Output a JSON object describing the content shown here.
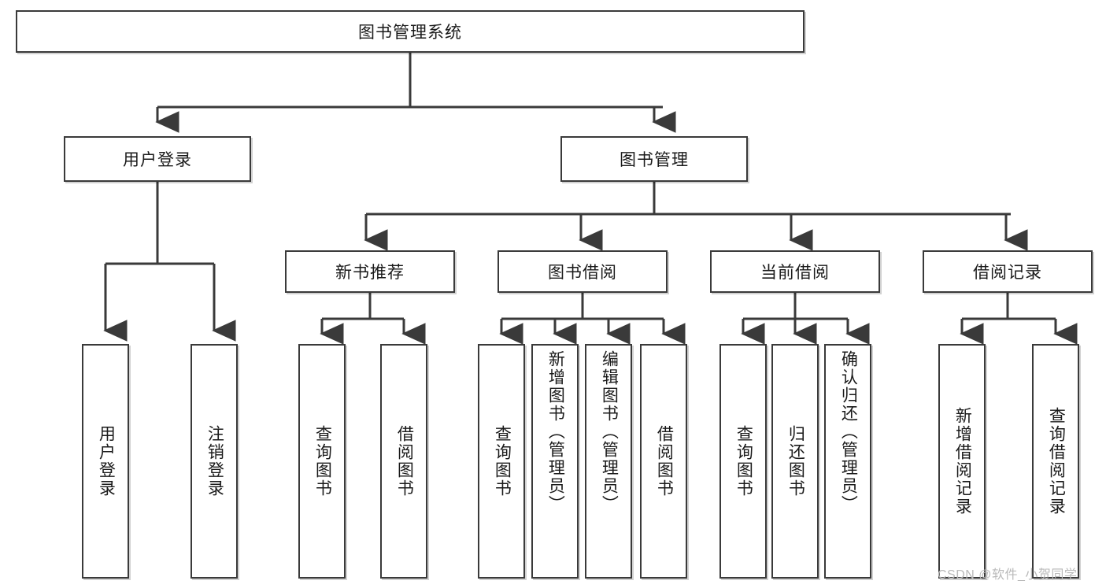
{
  "diagram": {
    "type": "tree",
    "title": "图书管理系统",
    "root": {
      "id": "root",
      "label": "图书管理系统",
      "orientation": "horizontal"
    },
    "level1": [
      {
        "id": "user-login",
        "label": "用户登录",
        "orientation": "horizontal"
      },
      {
        "id": "book-manage",
        "label": "图书管理",
        "orientation": "horizontal"
      }
    ],
    "level2": [
      {
        "id": "new-book-recommend",
        "label": "新书推荐",
        "parent": "book-manage",
        "orientation": "horizontal"
      },
      {
        "id": "book-borrow",
        "label": "图书借阅",
        "parent": "book-manage",
        "orientation": "horizontal"
      },
      {
        "id": "current-borrow",
        "label": "当前借阅",
        "parent": "book-manage",
        "orientation": "horizontal"
      },
      {
        "id": "borrow-record",
        "label": "借阅记录",
        "parent": "book-manage",
        "orientation": "horizontal"
      }
    ],
    "leaves": [
      {
        "id": "leaf-user-login",
        "label": "用户登录",
        "parent": "user-login",
        "orientation": "vertical"
      },
      {
        "id": "leaf-user-logout",
        "label": "注销登录",
        "parent": "user-login",
        "orientation": "vertical"
      },
      {
        "id": "leaf-query-book-1",
        "label": "查询图书",
        "parent": "new-book-recommend",
        "orientation": "vertical"
      },
      {
        "id": "leaf-borrow-book-1",
        "label": "借阅图书",
        "parent": "new-book-recommend",
        "orientation": "vertical"
      },
      {
        "id": "leaf-query-book-2",
        "label": "查询图书",
        "parent": "book-borrow",
        "orientation": "vertical"
      },
      {
        "id": "leaf-add-book",
        "label": "新增图书（管理员）",
        "parent": "book-borrow",
        "orientation": "vertical"
      },
      {
        "id": "leaf-edit-book",
        "label": "编辑图书（管理员）",
        "parent": "book-borrow",
        "orientation": "vertical"
      },
      {
        "id": "leaf-borrow-book-2",
        "label": "借阅图书",
        "parent": "book-borrow",
        "orientation": "vertical"
      },
      {
        "id": "leaf-query-book-3",
        "label": "查询图书",
        "parent": "current-borrow",
        "orientation": "vertical"
      },
      {
        "id": "leaf-return-book",
        "label": "归还图书",
        "parent": "current-borrow",
        "orientation": "vertical"
      },
      {
        "id": "leaf-confirm-return",
        "label": "确认归还（管理员）",
        "parent": "current-borrow",
        "orientation": "vertical"
      },
      {
        "id": "leaf-add-record",
        "label": "新增借阅记录",
        "parent": "borrow-record",
        "orientation": "vertical"
      },
      {
        "id": "leaf-query-record",
        "label": "查询借阅记录",
        "parent": "borrow-record",
        "orientation": "vertical"
      }
    ],
    "colors": {
      "box_border": "#3a3a3a",
      "box_fill": "#ffffff",
      "connector": "#3a3a3a",
      "text": "#1a1a1a",
      "watermark": "#b9b9b9"
    }
  },
  "watermark": {
    "text": "CSDN @软件_小贺同学"
  }
}
